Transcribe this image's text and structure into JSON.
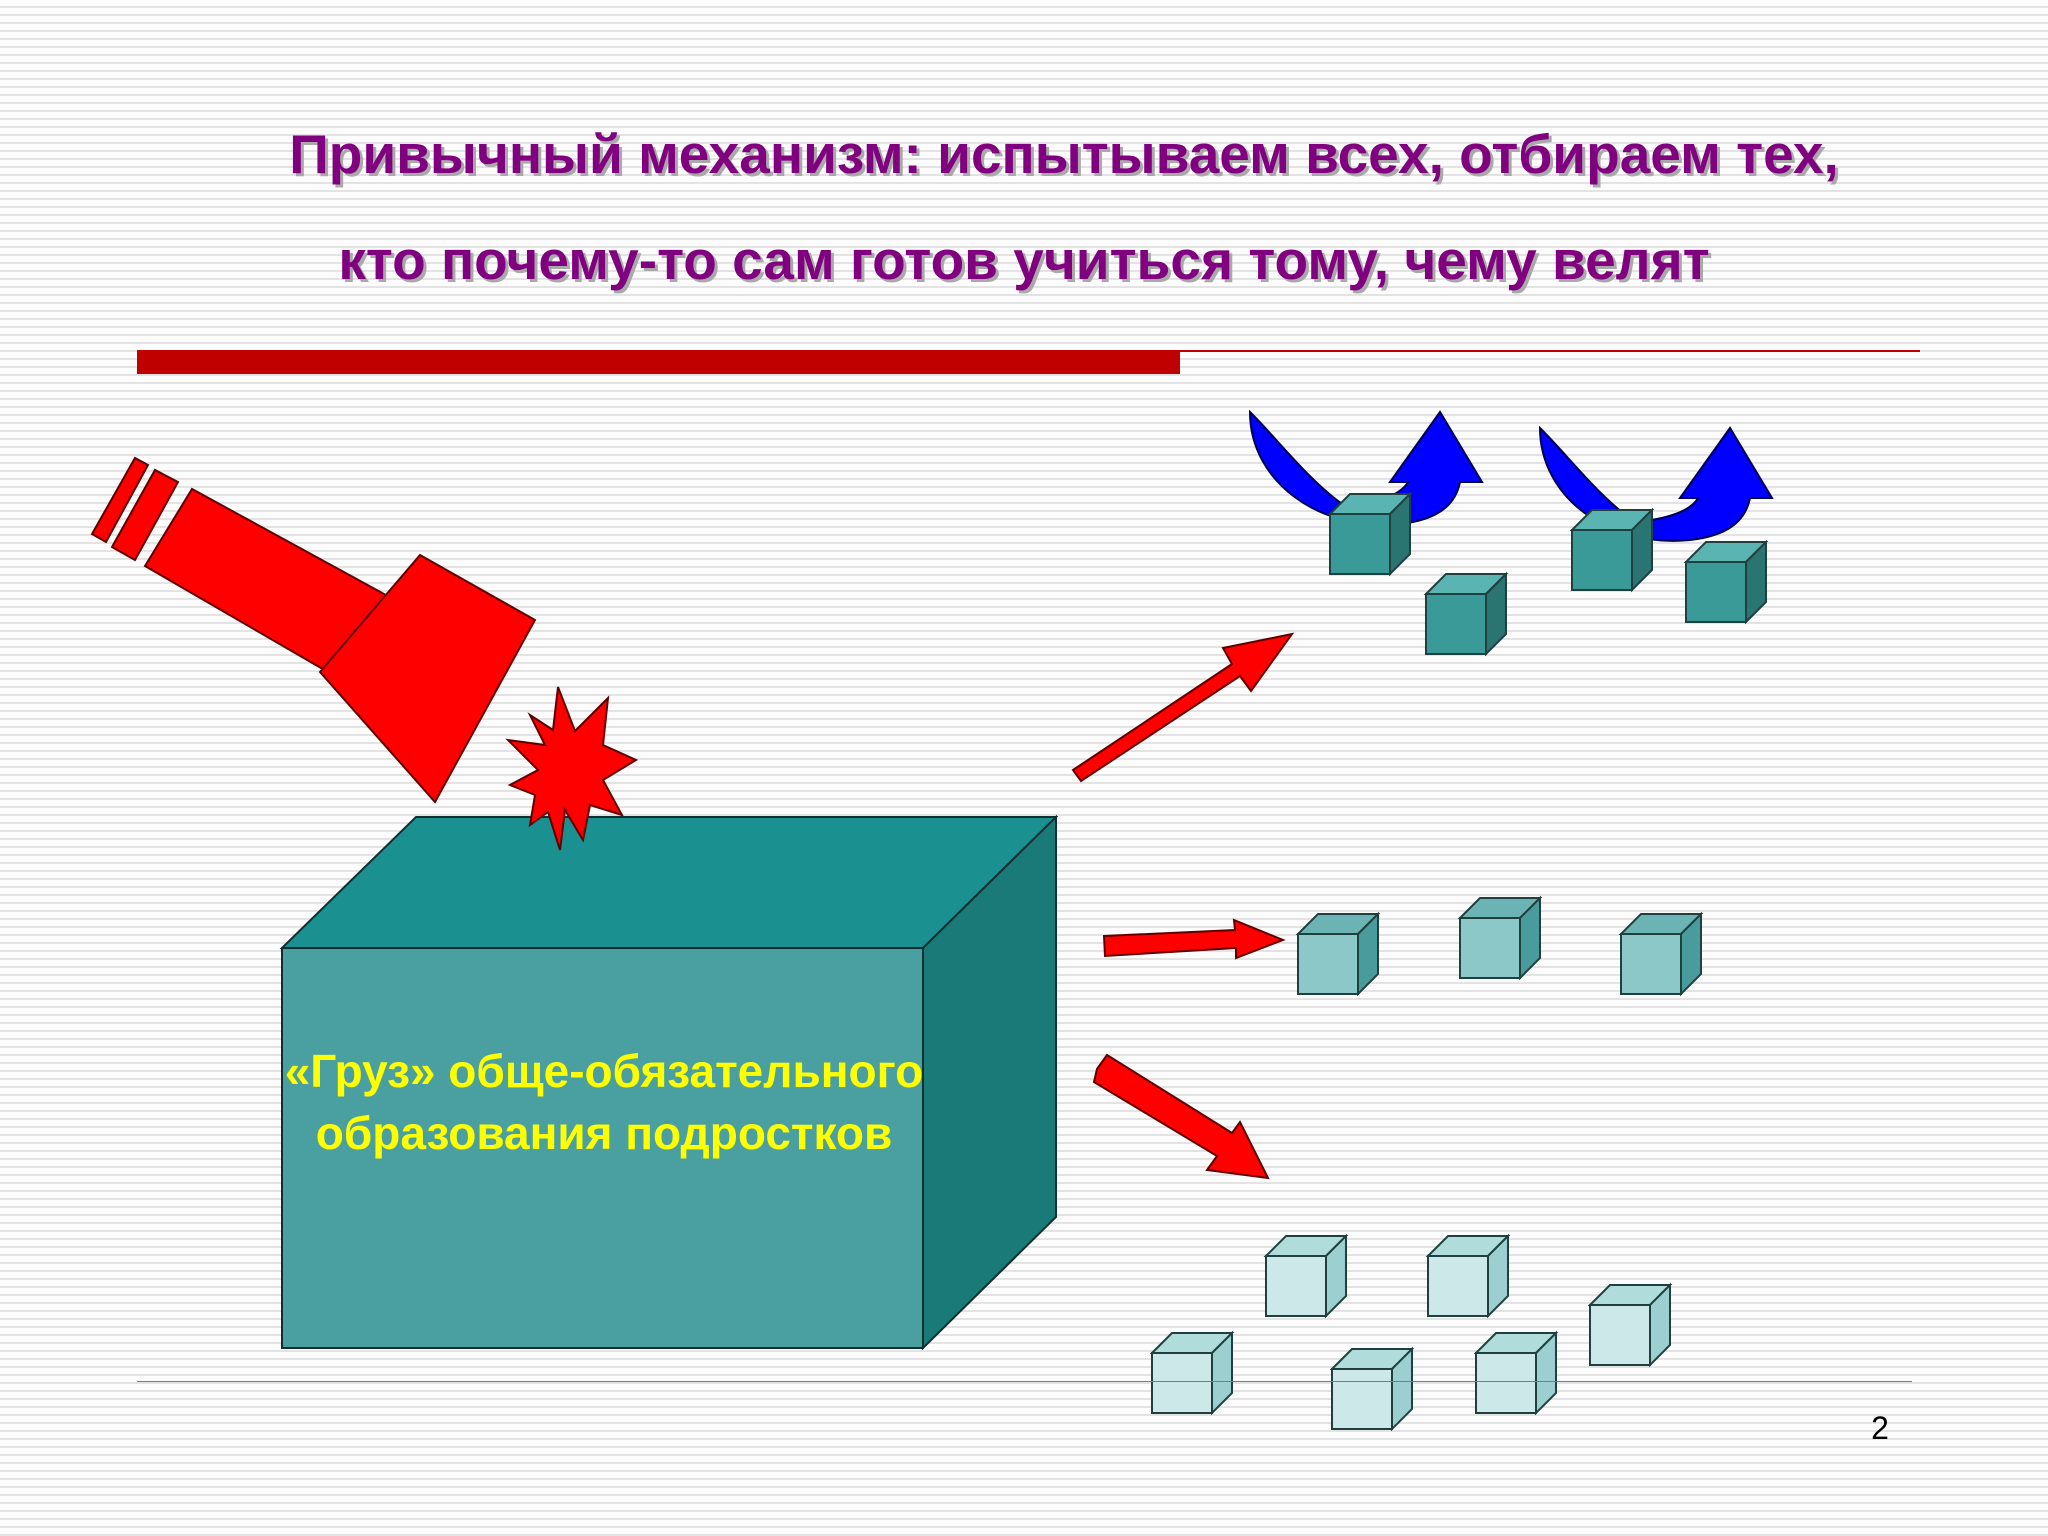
{
  "slide": {
    "title_line_1": "Привычный механизм: испытываем всех, отбираем тех,",
    "title_line_2": "кто почему-то сам готов учиться тому, чему велят",
    "box_label": "«Груз» обще-обязательного образования подростков",
    "page_number": "2"
  },
  "colors": {
    "title": "#800080",
    "accent_red": "#c00000",
    "hammer": "#ff0000",
    "box_front": "#4aa0a0",
    "box_top": "#1a9090",
    "box_side": "#1a7a78",
    "box_label": "#ffff00",
    "wing": "#0000ff",
    "cube_dark": "#3a9a98",
    "cube_mid": "#8cc8c8",
    "cube_light": "#cce8e8"
  },
  "icons": {
    "hammer": "hammer-icon",
    "impact": "impact-burst-icon",
    "wing": "wing-arrow-icon",
    "cube": "cube-icon",
    "arrow": "arrow-icon"
  }
}
